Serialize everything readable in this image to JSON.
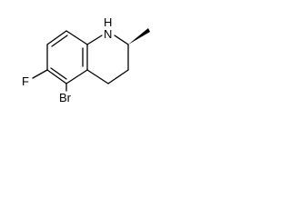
{
  "molecule": {
    "atoms": {
      "nh": "N",
      "h": "H",
      "fluorine": "F",
      "bromine": "Br"
    }
  },
  "colors": {
    "ink": "#000000",
    "background": "#ffffff"
  }
}
